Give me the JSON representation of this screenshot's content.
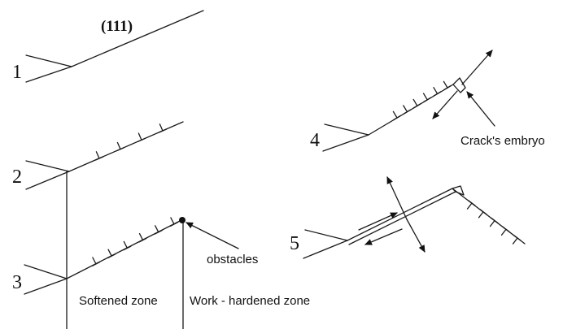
{
  "figure": {
    "plane_label": "(111)",
    "stage_numbers": [
      "1",
      "2",
      "3",
      "4",
      "5"
    ],
    "labels": {
      "obstacles": "obstacles",
      "softened_zone": "Softened zone",
      "hardened_zone": "Work - hardened zone",
      "crack_embryo": "Crack's embryo"
    },
    "dislocation_counts": {
      "stage2": 4,
      "stage3": 6,
      "stage4": 6,
      "stage5": 5
    }
  }
}
